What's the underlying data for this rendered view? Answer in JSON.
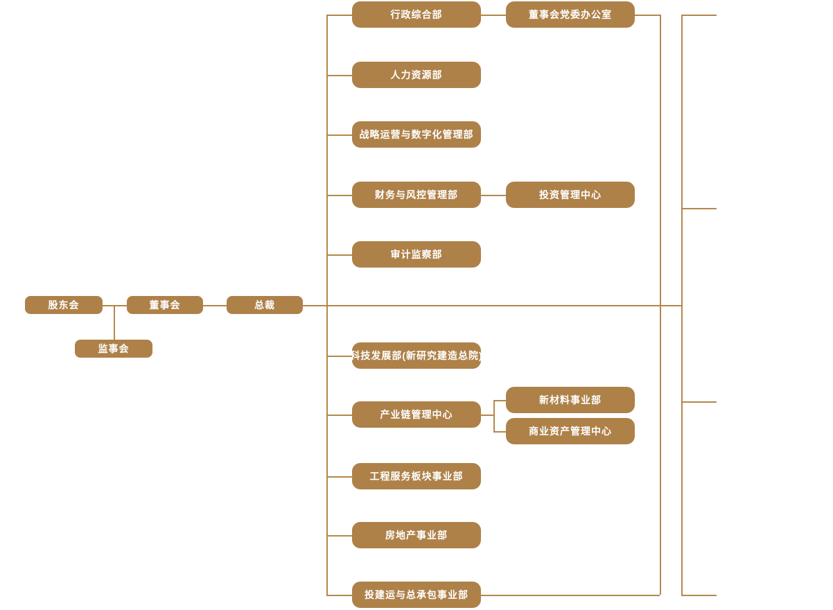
{
  "diagram": {
    "type": "org-chart",
    "background_color": "#ffffff",
    "node_fill_color": "#ae8149",
    "node_text_color": "#ffffff",
    "connector_color": "#b3874c",
    "nodes": {
      "shareholders": {
        "label": "股东会"
      },
      "board": {
        "label": "董事会"
      },
      "president": {
        "label": "总裁"
      },
      "supervisory": {
        "label": "监事会"
      },
      "departments": [
        {
          "label": "行政综合部"
        },
        {
          "label": "人力资源部"
        },
        {
          "label": "战略运营与数字化管理部"
        },
        {
          "label": "财务与风控管理部"
        },
        {
          "label": "审计监察部"
        },
        {
          "label": "科技发展部(新研究建造总院)"
        },
        {
          "label": "产业链管理中心"
        },
        {
          "label": "工程服务板块事业部"
        },
        {
          "label": "房地产事业部"
        },
        {
          "label": "投建运与总承包事业部"
        }
      ],
      "attached": [
        {
          "label": "董事会党委办公室",
          "parent": "行政综合部"
        },
        {
          "label": "投资管理中心",
          "parent": "财务与风控管理部"
        },
        {
          "label": "新材料事业部",
          "parent": "产业链管理中心"
        },
        {
          "label": "商业资产管理中心",
          "parent": "产业链管理中心"
        }
      ]
    }
  }
}
